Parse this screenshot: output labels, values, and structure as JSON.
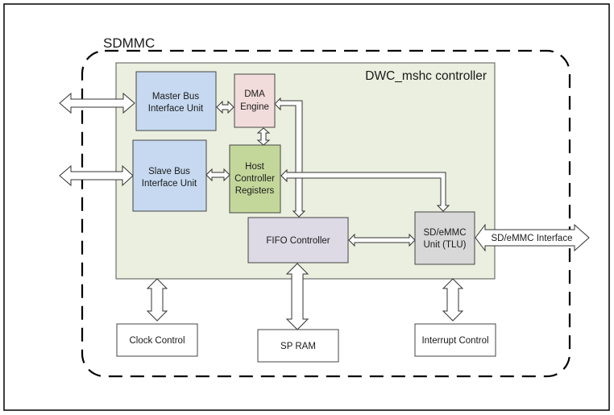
{
  "outer_label": "SDMMC",
  "controller_label": "DWC_mshc controller",
  "blocks": {
    "master_bus": [
      "Master Bus",
      "Interface Unit"
    ],
    "dma": [
      "DMA",
      "Engine"
    ],
    "slave_bus": [
      "Slave Bus",
      "Interface Unit"
    ],
    "host_ctrl": [
      "Host",
      "Controller",
      "Registers"
    ],
    "fifo": [
      "FIFO Controller"
    ],
    "tlu": [
      "SD/eMMC",
      "Unit (TLU)"
    ],
    "clock": [
      "Clock Control"
    ],
    "sp_ram": [
      "SP RAM"
    ],
    "interrupt": [
      "Interrupt Control"
    ]
  },
  "external_interface_label": "SD/eMMC Interface",
  "colors": {
    "controller_fill": "#ebefdf",
    "bus_unit_fill": "#c6d9f0",
    "dma_fill": "#f2dcdb",
    "host_ctrl_fill": "#c4d79b",
    "fifo_fill": "#ddd9e5",
    "tlu_fill": "#d8d8d8",
    "plain_fill": "#ffffff"
  }
}
